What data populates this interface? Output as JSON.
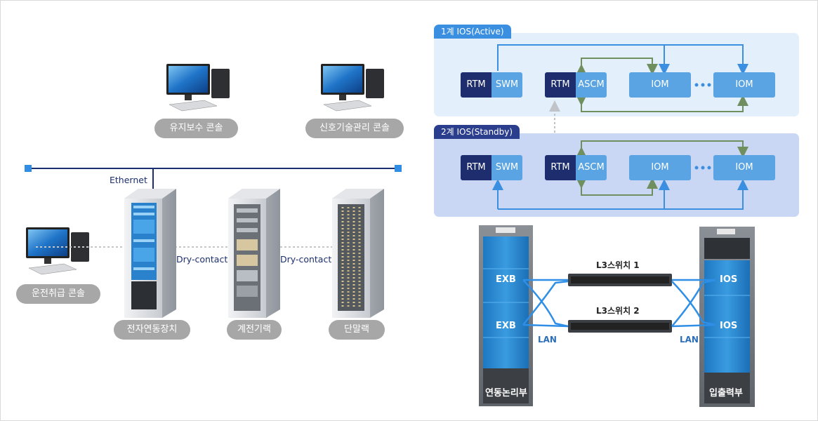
{
  "consoles": {
    "maintenance": "유지보수 콘솔",
    "signal_mgmt": "신호기술관리 콘솔",
    "operation": "운전취급 콘솔"
  },
  "network": {
    "ethernet": "Ethernet",
    "dry_contact": "Dry-contact"
  },
  "racks": {
    "interlocking": "전자연동장치",
    "relay": "계전기랙",
    "terminal": "단말랙"
  },
  "ios": {
    "active": {
      "tag": "1계 IOS(Active)",
      "modules": {
        "rtm1": "RTM",
        "swm": "SWM",
        "rtm2": "RTM",
        "ascm": "ASCM",
        "iom1": "IOM",
        "iom2": "IOM"
      }
    },
    "standby": {
      "tag": "2계 IOS(Standby)",
      "modules": {
        "rtm1": "RTM",
        "swm": "SWM",
        "rtm2": "RTM",
        "ascm": "ASCM",
        "iom1": "IOM",
        "iom2": "IOM"
      }
    },
    "colors": {
      "active_bg": "#e3effb",
      "standby_bg": "#c9d6f4",
      "active_tag": "#3a8fe0",
      "standby_tag": "#2b3e8d",
      "rtm": "#1d2d6e",
      "module": "#5aa4e3",
      "green_arrow": "#6f8f5e",
      "blue_arrow": "#3a8fe0"
    }
  },
  "photo": {
    "left_rack": "연동논리부",
    "right_rack": "입출력부",
    "exb": "EXB",
    "ios": "IOS",
    "switch1": "L3스위치 1",
    "switch2": "L3스위치 2",
    "lan": "LAN"
  }
}
